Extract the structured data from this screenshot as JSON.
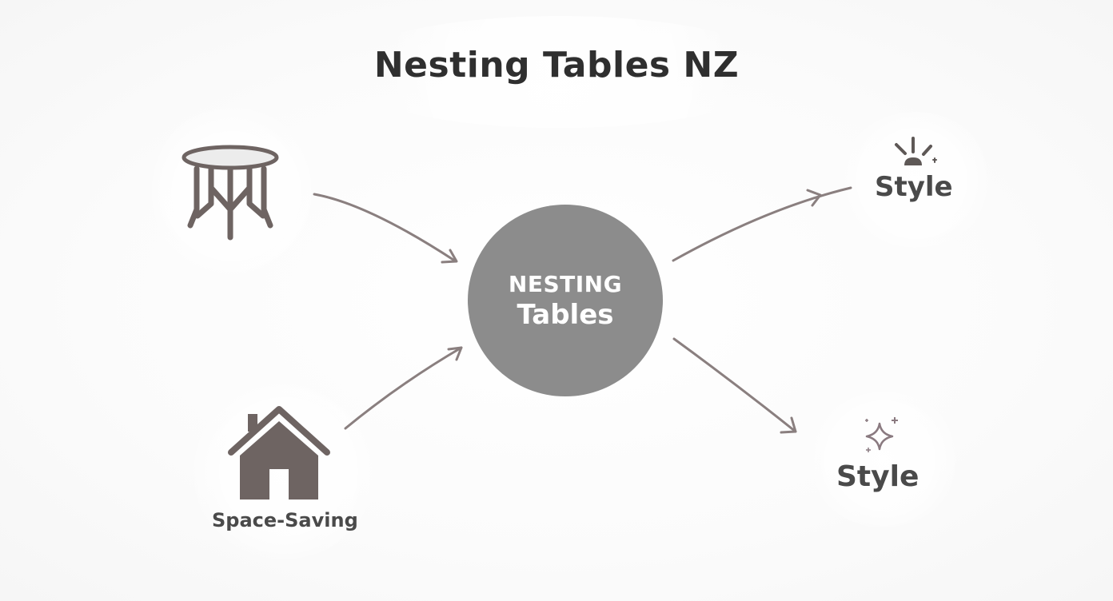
{
  "diagram": {
    "title": "Nesting Tables NZ",
    "center": {
      "line1": "NESTING",
      "line2": "Tables"
    },
    "nodes": {
      "table_icon": "table-icon",
      "style_top": {
        "label": "Style",
        "icon": "sparkle-burst-icon"
      },
      "style_bottom": {
        "label": "Style",
        "icon": "sparkles-icon"
      },
      "space_saving": {
        "label": "Space-Saving",
        "icon": "house-icon"
      }
    },
    "colors": {
      "center": "#8c8c8c",
      "icon": "#6e6462",
      "arrow": "#8a7f7f",
      "text": "#333333"
    }
  }
}
